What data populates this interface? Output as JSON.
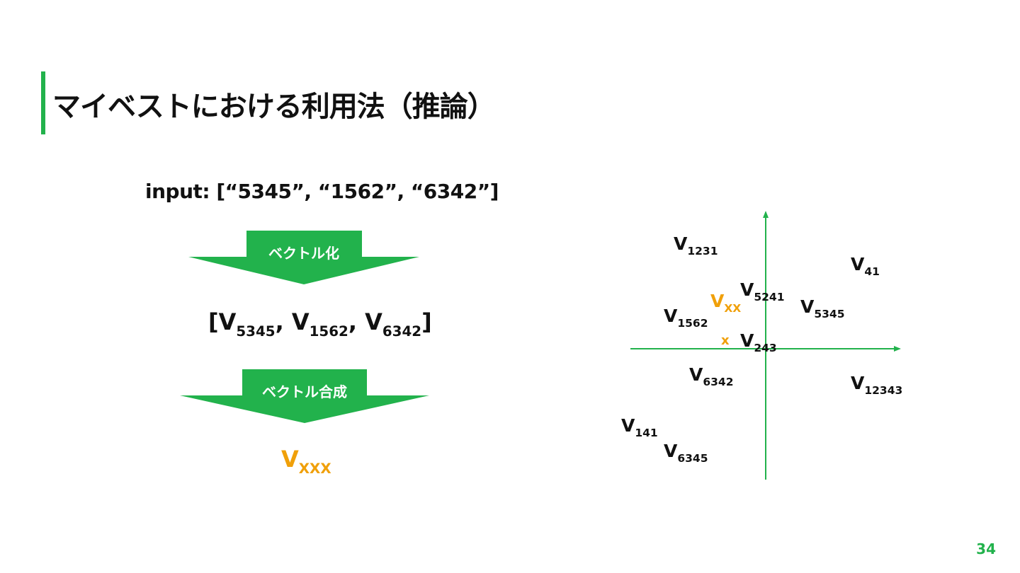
{
  "slide": {
    "title": "マイベストにおける利用法（推論）",
    "input_line": "input: [“5345”, “1562”, “6342”]",
    "arrow1_label": "ベクトル化",
    "arrow2_label": "ベクトル合成",
    "vectors": [
      {
        "base": "V",
        "sub": "5345"
      },
      {
        "base": "V",
        "sub": "1562"
      },
      {
        "base": "V",
        "sub": "6342"
      }
    ],
    "bracket_open": "[",
    "bracket_close": "]",
    "separator": ",",
    "result": {
      "base": "V",
      "sub": "XXX"
    },
    "page_number": "34"
  },
  "scatter": {
    "labels": [
      {
        "base": "V",
        "sub": "1231"
      },
      {
        "base": "V",
        "sub": "41"
      },
      {
        "base": "V",
        "sub": "5241"
      },
      {
        "base": "V",
        "sub": "XX"
      },
      {
        "base": "V",
        "sub": "5345"
      },
      {
        "base": "V",
        "sub": "1562"
      },
      {
        "base": "V",
        "sub": "243"
      },
      {
        "base": "V",
        "sub": "6342"
      },
      {
        "base": "V",
        "sub": "12343"
      },
      {
        "base": "V",
        "sub": "141"
      },
      {
        "base": "V",
        "sub": "6345"
      }
    ],
    "x_mark": "x"
  },
  "colors": {
    "accent_green": "#22b24c",
    "highlight_orange": "#f0a00a",
    "text": "#111111"
  }
}
